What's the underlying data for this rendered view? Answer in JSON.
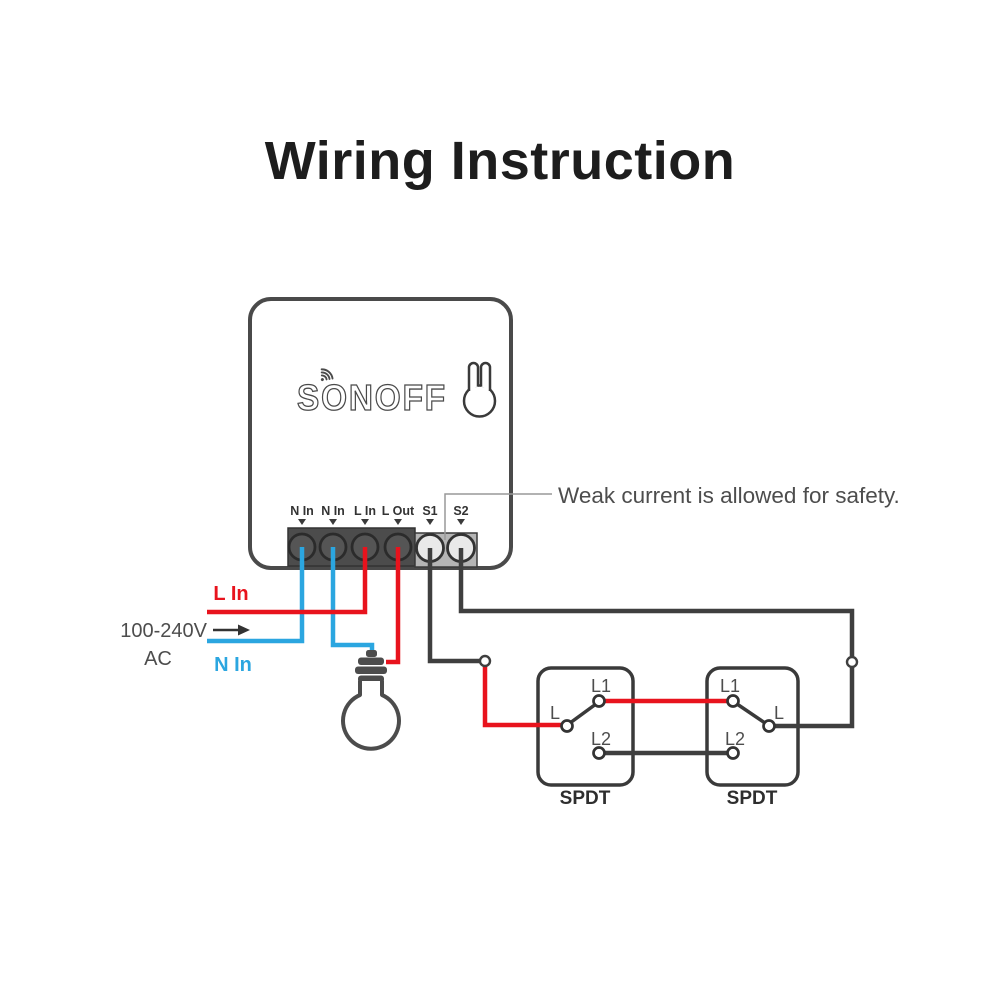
{
  "title": "Wiring Instruction",
  "device": {
    "brand": "SONOFF",
    "terminals": [
      "N In",
      "N In",
      "L In",
      "L Out",
      "S1",
      "S2"
    ]
  },
  "annotation": "Weak current is allowed for safety.",
  "power_source": {
    "live_label": "L In",
    "voltage": "100-240V",
    "current": "AC",
    "neutral_label": "N In"
  },
  "switches": {
    "left": {
      "name": "SPDT",
      "l": "L",
      "l1": "L1",
      "l2": "L2"
    },
    "right": {
      "name": "SPDT",
      "l": "L",
      "l1": "L1",
      "l2": "L2"
    }
  },
  "colors": {
    "live_wire": "#e8131d",
    "neutral_wire": "#2ba6e0",
    "signal_wire": "#3f3f3f",
    "device_outline": "#4a4a4a",
    "leader_line": "#999999",
    "text_primary": "#1d1d1d",
    "text_secondary": "#4d4d4d"
  }
}
